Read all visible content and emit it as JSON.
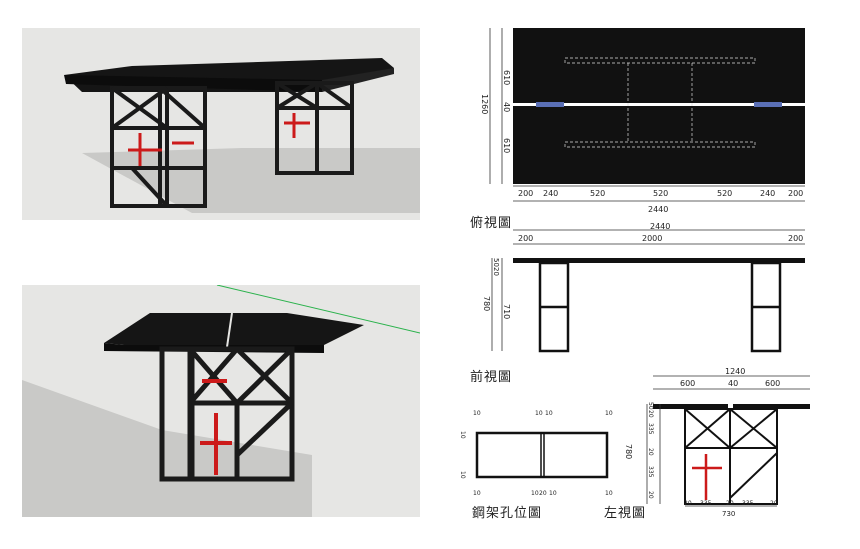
{
  "top_view": {
    "caption": "俯視圖",
    "left_dims": [
      "610",
      "40",
      "610"
    ],
    "overall_height": "1260",
    "bottom_dims": [
      "200",
      "240",
      "520",
      "520",
      "520",
      "240",
      "200"
    ],
    "overall_width": "2440"
  },
  "front_view": {
    "caption": "前視圖",
    "overall_width": "2440",
    "top_dims": [
      "200",
      "2000",
      "200"
    ],
    "left_small": [
      "50",
      "20"
    ],
    "height_outer": "780",
    "height_inner": "710"
  },
  "steel_hole_view": {
    "caption": "鋼架孔位圖",
    "corner_labels": [
      "10",
      "10",
      "10",
      "10"
    ],
    "top_mid_labels": [
      "10",
      "10"
    ],
    "bottom_mid_labels": [
      "10",
      "20",
      "10"
    ],
    "side_labels": [
      "10",
      "10"
    ]
  },
  "left_view": {
    "caption": "左視圖",
    "overall_width": "1240",
    "top_dims": [
      "600",
      "40",
      "600"
    ],
    "left_dims": [
      "50",
      "20",
      "335",
      "20",
      "335",
      "20"
    ],
    "overall_height": "780",
    "bottom_dims": [
      "20",
      "335",
      "20",
      "335",
      "20"
    ],
    "overall_bottom": "730"
  },
  "colors": {
    "table_top": "#111111",
    "frame": "#1a1a1a",
    "accent": "#cc1a1a",
    "background_3d": "#e6e6e4"
  }
}
